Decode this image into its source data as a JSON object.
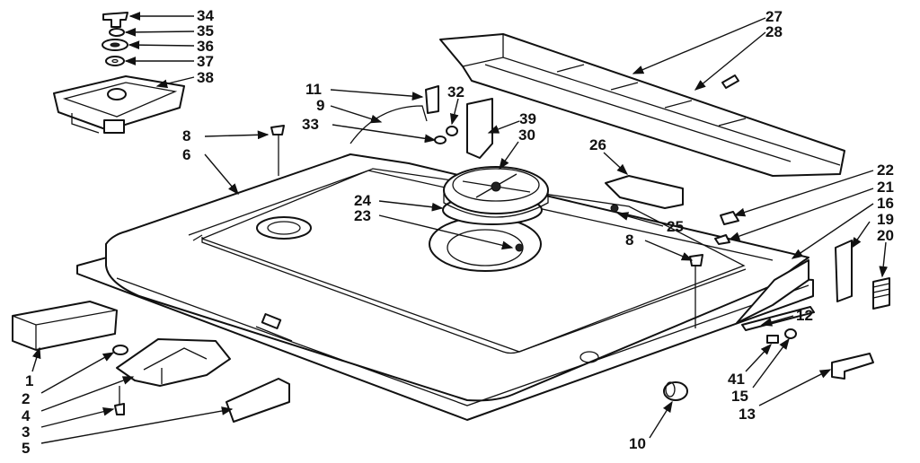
{
  "diagram": {
    "callouts": [
      {
        "id": "c34",
        "text": "34"
      },
      {
        "id": "c35",
        "text": "35"
      },
      {
        "id": "c36",
        "text": "36"
      },
      {
        "id": "c37",
        "text": "37"
      },
      {
        "id": "c38",
        "text": "38"
      },
      {
        "id": "c11",
        "text": "11"
      },
      {
        "id": "c9",
        "text": "9"
      },
      {
        "id": "c32",
        "text": "32"
      },
      {
        "id": "c33",
        "text": "33"
      },
      {
        "id": "c39",
        "text": "39"
      },
      {
        "id": "c8a",
        "text": "8"
      },
      {
        "id": "c6",
        "text": "6"
      },
      {
        "id": "c30",
        "text": "30"
      },
      {
        "id": "c27",
        "text": "27"
      },
      {
        "id": "c28",
        "text": "28"
      },
      {
        "id": "c26",
        "text": "26"
      },
      {
        "id": "c24",
        "text": "24"
      },
      {
        "id": "c23",
        "text": "23"
      },
      {
        "id": "c25",
        "text": "25"
      },
      {
        "id": "c8b",
        "text": "8"
      },
      {
        "id": "c22",
        "text": "22"
      },
      {
        "id": "c21",
        "text": "21"
      },
      {
        "id": "c16",
        "text": "16"
      },
      {
        "id": "c19",
        "text": "19"
      },
      {
        "id": "c20",
        "text": "20"
      },
      {
        "id": "c12",
        "text": "12"
      },
      {
        "id": "c41",
        "text": "41"
      },
      {
        "id": "c15",
        "text": "15"
      },
      {
        "id": "c13",
        "text": "13"
      },
      {
        "id": "c10",
        "text": "10"
      },
      {
        "id": "c1",
        "text": "1"
      },
      {
        "id": "c2",
        "text": "2"
      },
      {
        "id": "c4",
        "text": "4"
      },
      {
        "id": "c3",
        "text": "3"
      },
      {
        "id": "c5",
        "text": "5"
      }
    ]
  }
}
